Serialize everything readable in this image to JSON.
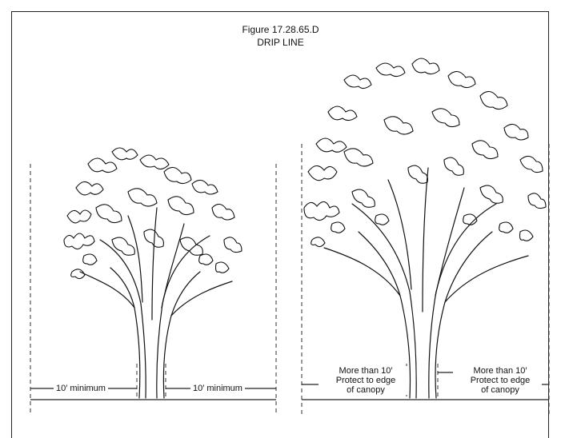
{
  "figure": {
    "number": "Figure 17.28.65.D",
    "name": "DRIP LINE"
  },
  "small_tree": {
    "left_label": "10′ minimum",
    "right_label": "10′ minimum"
  },
  "large_tree": {
    "left_label": [
      "More than 10′",
      "Protect to edge",
      "of canopy"
    ],
    "right_label": [
      "More than 10′",
      "Protect to edge",
      "of canopy"
    ]
  }
}
